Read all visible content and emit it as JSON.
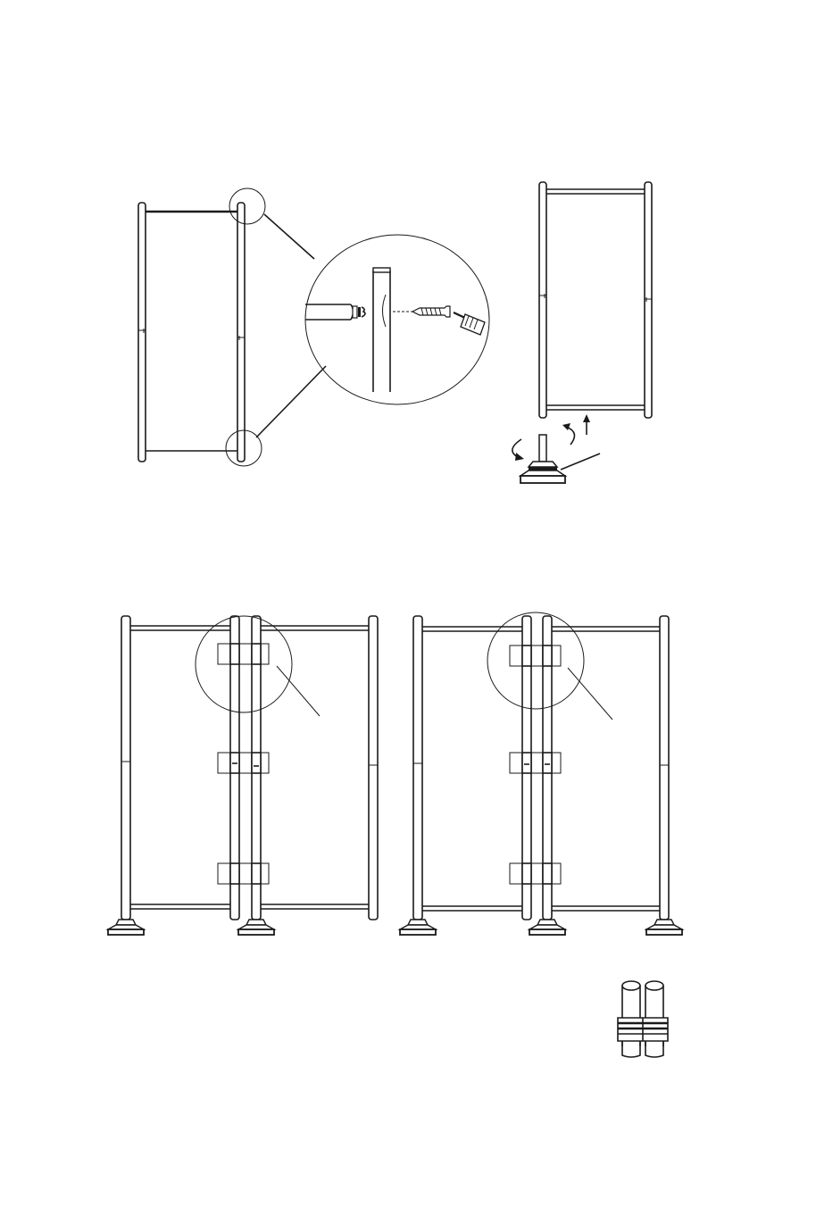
{
  "diagram": {
    "panels": [
      {
        "name": "fig-frame-connector-detail"
      },
      {
        "name": "fig-frame-foot-attachment"
      },
      {
        "name": "fig-two-panels-clamped"
      },
      {
        "name": "fig-three-panels-clamped"
      },
      {
        "name": "fig-double-clamp-part"
      }
    ],
    "colors": {
      "line": "#1a1a1a",
      "paper": "#ffffff"
    },
    "icons": [
      "screwdriver-icon",
      "screw-icon",
      "rotate-arrow-icon",
      "up-arrow-icon",
      "foot-base-icon",
      "clamp-icon"
    ]
  }
}
